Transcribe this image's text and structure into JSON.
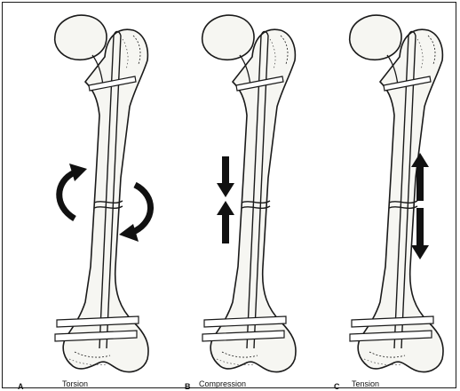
{
  "figure": {
    "panels": [
      {
        "letter": "A",
        "caption": "Torsion",
        "load_type": "torsion"
      },
      {
        "letter": "B",
        "caption": "Compression",
        "load_type": "compression"
      },
      {
        "letter": "C",
        "caption": "Tension",
        "load_type": "tension"
      }
    ],
    "colors": {
      "ink": "#1a1a1a",
      "bone_fill": "#f6f6f2",
      "nail_fill": "#ffffff"
    }
  }
}
